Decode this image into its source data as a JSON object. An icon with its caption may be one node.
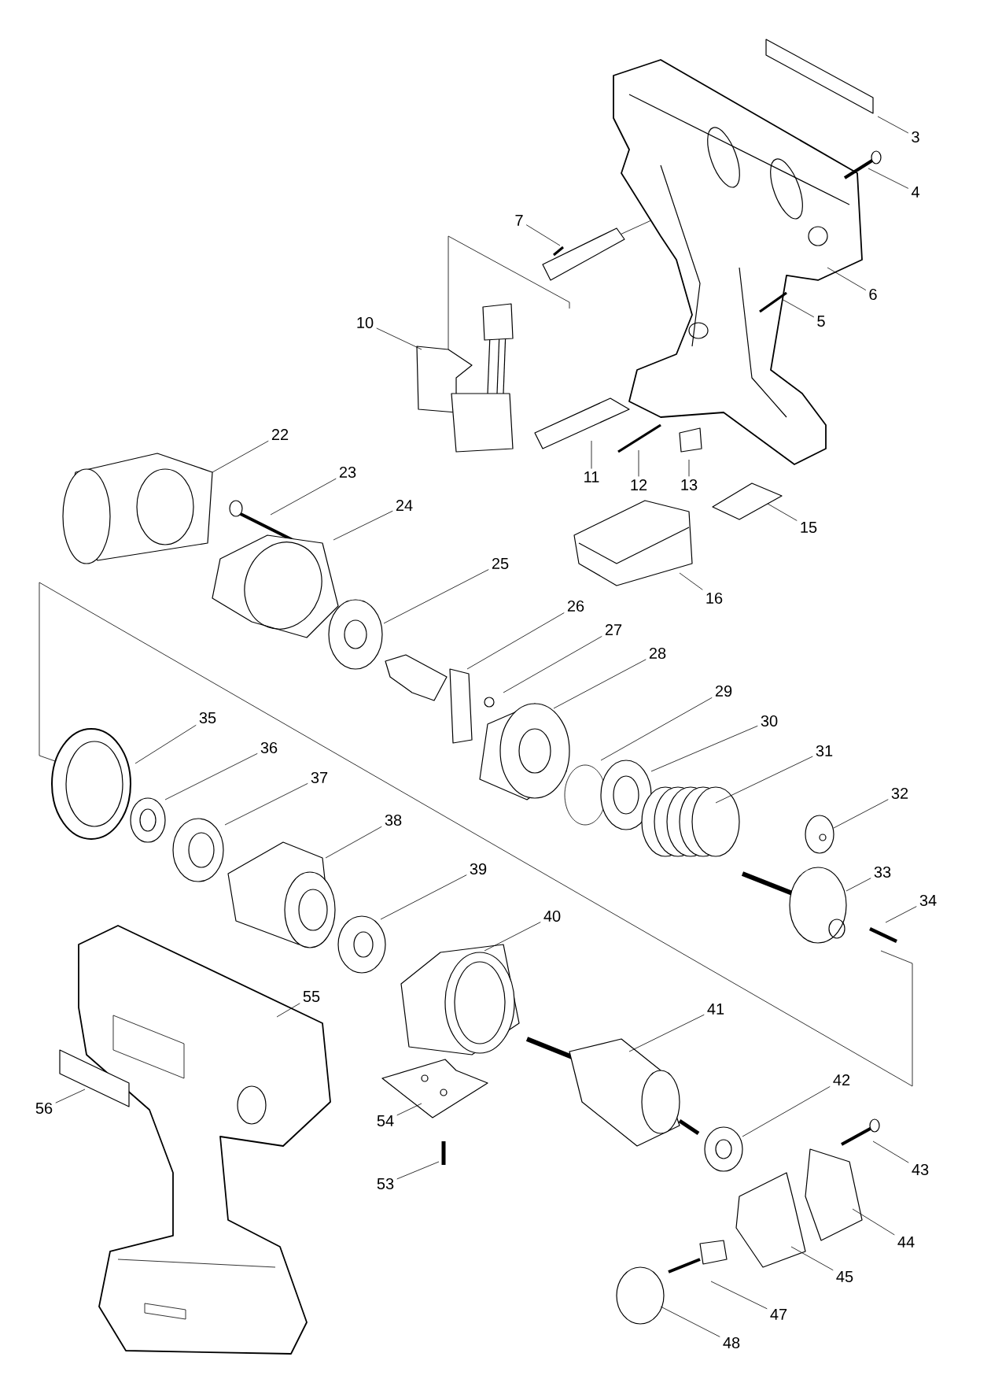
{
  "diagram": {
    "nodes": [
      {
        "text": [
          "3"
        ]
      },
      {
        "text": [
          "4"
        ]
      },
      {
        "text": [
          "5"
        ]
      },
      {
        "text": [
          "6"
        ]
      },
      {
        "text": [
          "7"
        ]
      },
      {
        "text": [
          "10"
        ]
      },
      {
        "text": [
          "11"
        ]
      },
      {
        "text": [
          "12"
        ]
      },
      {
        "text": [
          "13"
        ]
      },
      {
        "text": [
          "15"
        ]
      },
      {
        "text": [
          "16"
        ]
      },
      {
        "text": [
          "22"
        ]
      },
      {
        "text": [
          "23"
        ]
      },
      {
        "text": [
          "24"
        ]
      },
      {
        "text": [
          "25"
        ]
      },
      {
        "text": [
          "26"
        ]
      },
      {
        "text": [
          "27"
        ]
      },
      {
        "text": [
          "28"
        ]
      },
      {
        "text": [
          "29"
        ]
      },
      {
        "text": [
          "30"
        ]
      },
      {
        "text": [
          "31"
        ]
      },
      {
        "text": [
          "32"
        ]
      },
      {
        "text": [
          "33"
        ]
      },
      {
        "text": [
          "34"
        ]
      },
      {
        "text": [
          "35"
        ]
      },
      {
        "text": [
          "36"
        ]
      },
      {
        "text": [
          "37"
        ]
      },
      {
        "text": [
          "38"
        ]
      },
      {
        "text": [
          "39"
        ]
      },
      {
        "text": [
          "40"
        ]
      },
      {
        "text": [
          "41"
        ]
      },
      {
        "text": [
          "42"
        ]
      },
      {
        "text": [
          "43"
        ]
      },
      {
        "text": [
          "44"
        ]
      },
      {
        "text": [
          "45"
        ]
      },
      {
        "text": [
          "47"
        ]
      },
      {
        "text": [
          "48"
        ]
      },
      {
        "text": [
          "53"
        ]
      },
      {
        "text": [
          "54"
        ]
      },
      {
        "text": [
          "55"
        ]
      },
      {
        "text": [
          "56"
        ]
      }
    ],
    "edges": [
      {
        "from": 0,
        "to": null,
        "arrow": "none"
      },
      {
        "from": 1,
        "to": null,
        "arrow": "none"
      },
      {
        "from": 2,
        "to": null,
        "arrow": "none"
      },
      {
        "from": 3,
        "to": null,
        "arrow": "none"
      },
      {
        "from": 4,
        "to": null,
        "arrow": "none"
      },
      {
        "from": 5,
        "to": null,
        "arrow": "none"
      },
      {
        "from": 6,
        "to": null,
        "arrow": "none"
      },
      {
        "from": 7,
        "to": null,
        "arrow": "none"
      },
      {
        "from": 8,
        "to": null,
        "arrow": "none"
      },
      {
        "from": 9,
        "to": null,
        "arrow": "none"
      },
      {
        "from": 10,
        "to": null,
        "arrow": "none"
      },
      {
        "from": 11,
        "to": null,
        "arrow": "none"
      },
      {
        "from": 12,
        "to": null,
        "arrow": "none"
      },
      {
        "from": 13,
        "to": null,
        "arrow": "none"
      },
      {
        "from": 14,
        "to": null,
        "arrow": "none"
      },
      {
        "from": 15,
        "to": null,
        "arrow": "none"
      },
      {
        "from": 16,
        "to": null,
        "arrow": "none"
      },
      {
        "from": 17,
        "to": null,
        "arrow": "none"
      },
      {
        "from": 18,
        "to": null,
        "arrow": "none"
      },
      {
        "from": 19,
        "to": null,
        "arrow": "none"
      },
      {
        "from": 20,
        "to": null,
        "arrow": "none"
      },
      {
        "from": 21,
        "to": null,
        "arrow": "none"
      },
      {
        "from": 22,
        "to": null,
        "arrow": "none"
      },
      {
        "from": 23,
        "to": null,
        "arrow": "none"
      },
      {
        "from": 24,
        "to": null,
        "arrow": "none"
      },
      {
        "from": 25,
        "to": null,
        "arrow": "none"
      },
      {
        "from": 26,
        "to": null,
        "arrow": "none"
      },
      {
        "from": 27,
        "to": null,
        "arrow": "none"
      },
      {
        "from": 28,
        "to": null,
        "arrow": "none"
      },
      {
        "from": 29,
        "to": null,
        "arrow": "none"
      },
      {
        "from": 30,
        "to": null,
        "arrow": "none"
      },
      {
        "from": 31,
        "to": null,
        "arrow": "none"
      },
      {
        "from": 32,
        "to": null,
        "arrow": "none"
      },
      {
        "from": 33,
        "to": null,
        "arrow": "none"
      },
      {
        "from": 34,
        "to": null,
        "arrow": "none"
      },
      {
        "from": 35,
        "to": null,
        "arrow": "none"
      },
      {
        "from": 36,
        "to": null,
        "arrow": "none"
      },
      {
        "from": 37,
        "to": null,
        "arrow": "none"
      },
      {
        "from": 38,
        "to": null,
        "arrow": "none"
      },
      {
        "from": 39,
        "to": null,
        "arrow": "none"
      },
      {
        "from": 40,
        "to": null,
        "arrow": "none"
      }
    ]
  }
}
